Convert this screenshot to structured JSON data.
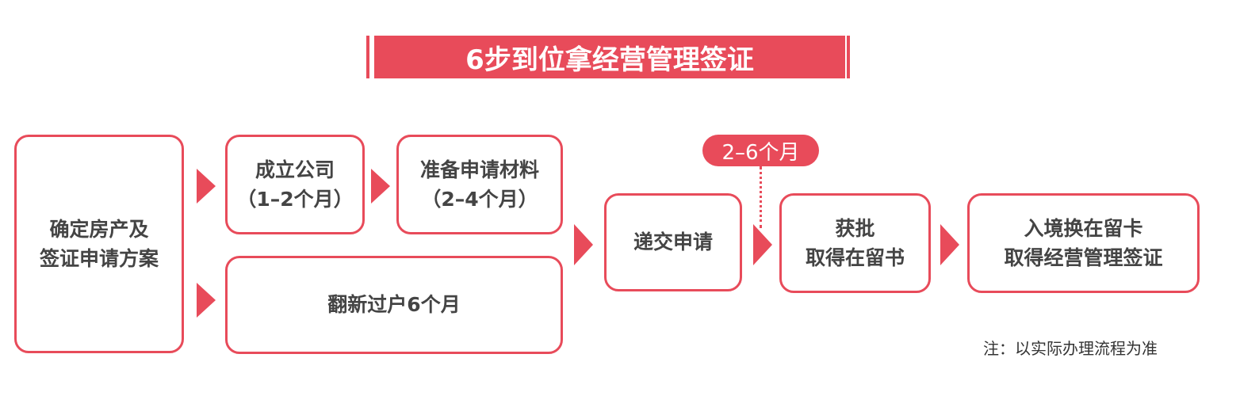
{
  "title": "6步到位拿经营管理签证",
  "steps": {
    "s1": [
      "确定房产及",
      "签证申请方案"
    ],
    "s2": [
      "成立公司",
      "（1–2个月）"
    ],
    "s3": [
      "准备申请材料",
      "（2–4个月）"
    ],
    "s4": [
      "翻新过户6个月"
    ],
    "s5": [
      "递交申请"
    ],
    "s6": [
      "获批",
      "取得在留书"
    ],
    "s7": [
      "入境换在留卡",
      "取得经营管理签证"
    ]
  },
  "badge": "2–6个月",
  "note": "注：以实际办理流程为准",
  "colors": {
    "accent": "#E84B5A",
    "text": "#444444"
  }
}
